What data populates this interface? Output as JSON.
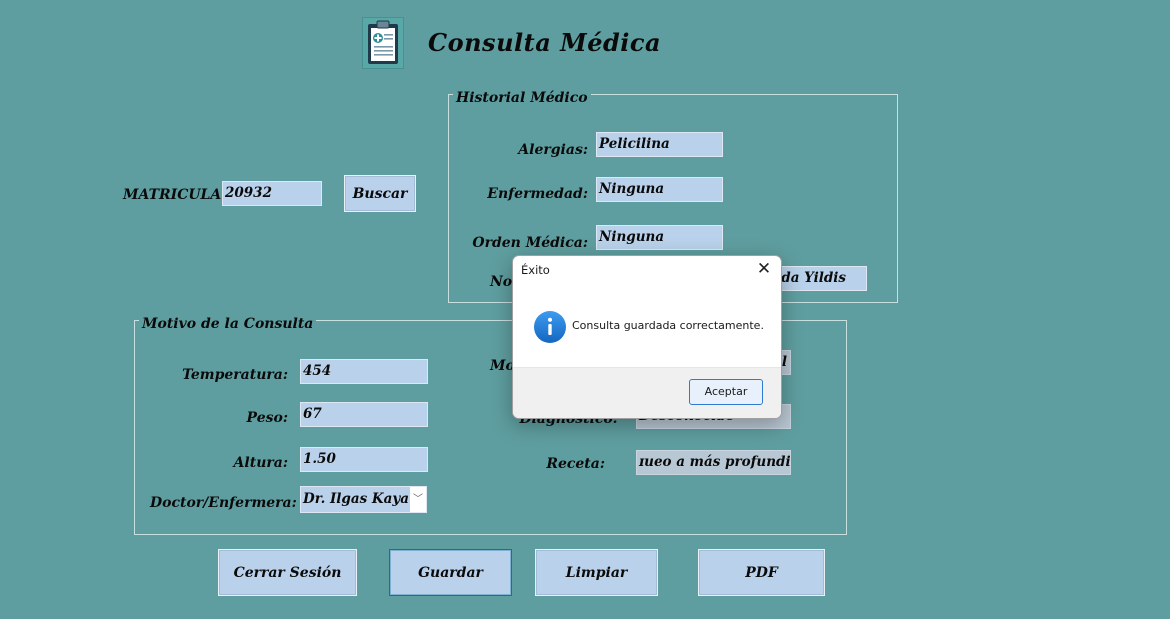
{
  "header": {
    "icon": "clipboard-medical-icon",
    "title": "Consulta Médica"
  },
  "search": {
    "matricula_label": "MATRICULA",
    "matricula_value": "20932",
    "buscar_label": "Buscar"
  },
  "historial": {
    "title": "Historial Médico",
    "alergias_label": "Alergias:",
    "alergias_value": "Pelicilina",
    "enfermedad_label": "Enfermedad:",
    "enfermedad_value": "Ninguna",
    "orden_label": "Orden Médica:",
    "orden_value": "Ninguna",
    "nombre_label_partial": "Nor",
    "nombre_value_partial": "da Yildis"
  },
  "motivo": {
    "title": "Motivo de la Consulta",
    "temperatura_label": "Temperatura:",
    "temperatura_value": "454",
    "peso_label": "Peso:",
    "peso_value": "67",
    "altura_label": "Altura:",
    "altura_value": "1.50",
    "doctor_label": "Doctor/Enfermera:",
    "doctor_value": "Dr. Ilgas Kaya",
    "motivo_label_partial": "Mo",
    "motivo_value_partial": "l",
    "diagnostico_label_partial": "Diagnostico:",
    "diagnostico_value": "Desconocido",
    "receta_label": "Receta:",
    "receta_value": "ɪueo a más profundidad"
  },
  "buttons": {
    "cerrar_sesion": "Cerrar Sesión",
    "guardar": "Guardar",
    "limpiar": "Limpiar",
    "pdf": "PDF"
  },
  "dialog": {
    "title": "Éxito",
    "close": "✕",
    "icon": "info-icon",
    "message": "Consulta guardada correctamente.",
    "ok_label": "Aceptar"
  },
  "colors": {
    "background": "#5f9ea0",
    "field": "#b9d1ea",
    "accent": "#2d7cd1"
  }
}
